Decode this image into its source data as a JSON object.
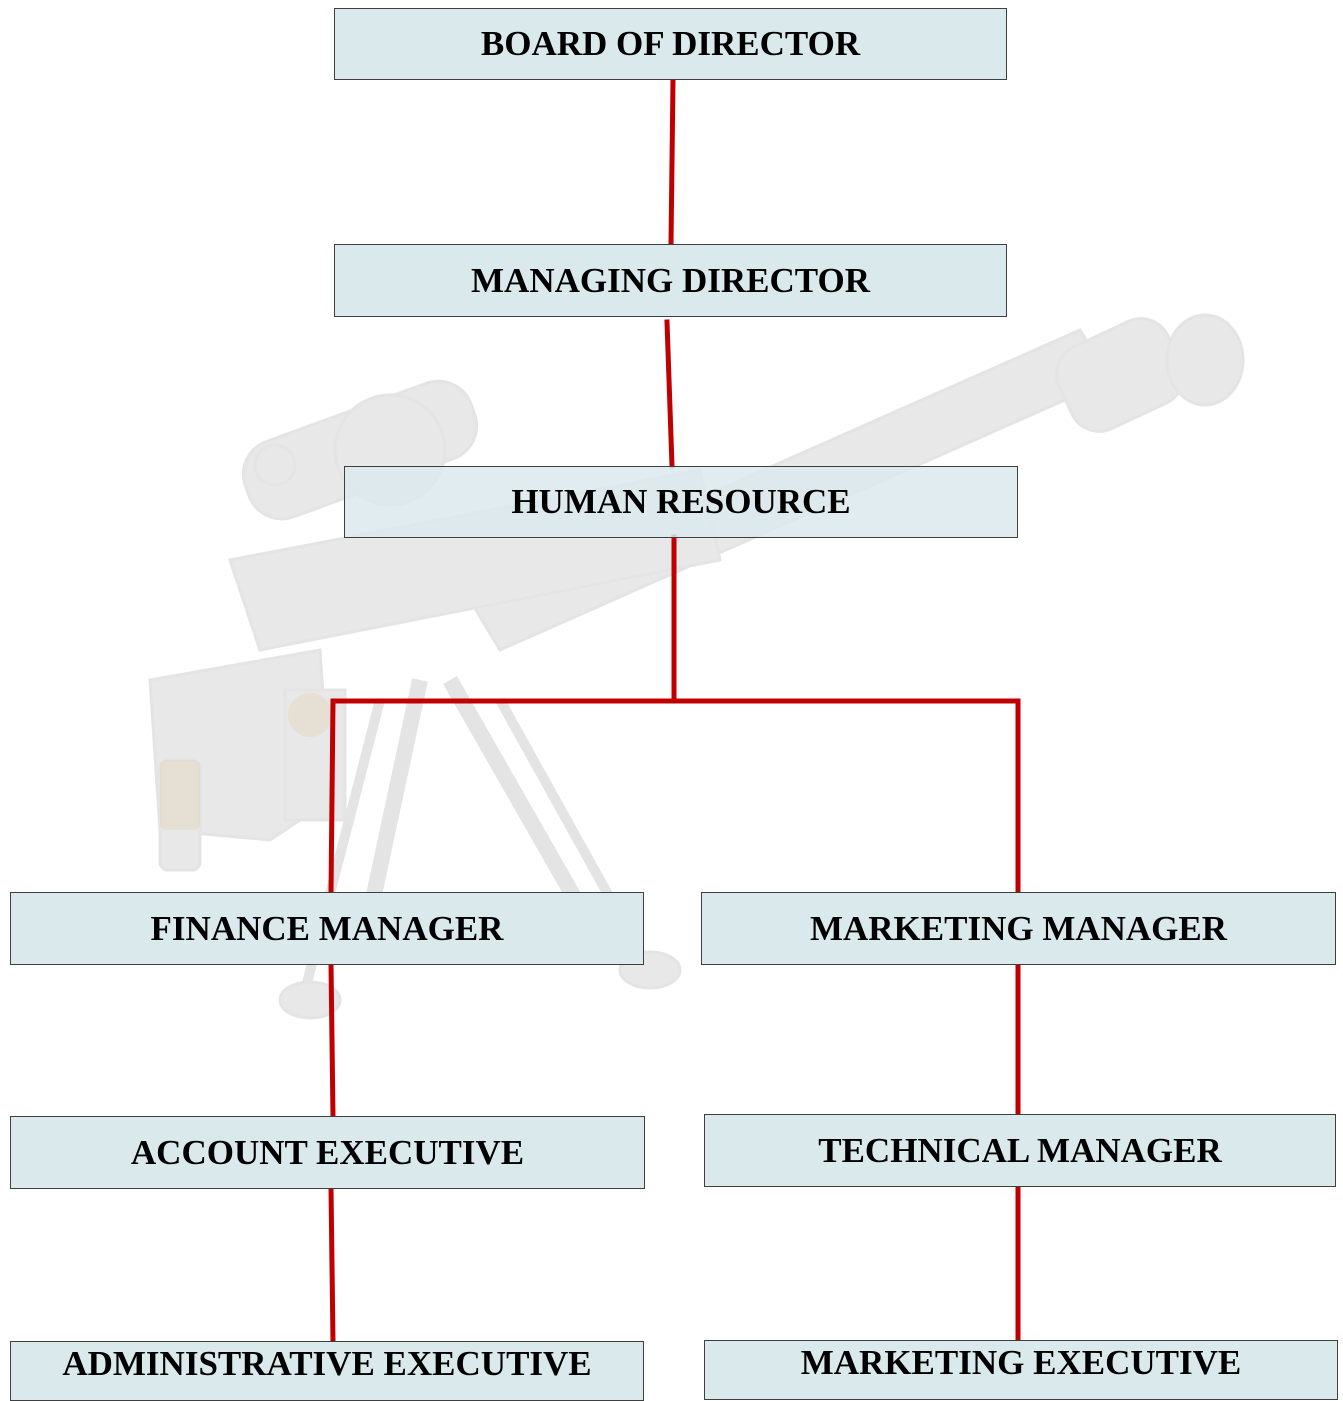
{
  "chart": {
    "nodes": [
      {
        "id": "board",
        "label": "BOARD OF DIRECTOR"
      },
      {
        "id": "md",
        "label": "MANAGING DIRECTOR"
      },
      {
        "id": "hr",
        "label": "HUMAN RESOURCE"
      },
      {
        "id": "fin",
        "label": "FINANCE MANAGER"
      },
      {
        "id": "mkt",
        "label": "MARKETING MANAGER"
      },
      {
        "id": "acc",
        "label": "ACCOUNT EXECUTIVE"
      },
      {
        "id": "tech",
        "label": "TECHNICAL MANAGER"
      },
      {
        "id": "adm",
        "label": "ADMINISTRATIVE EXECUTIVE"
      },
      {
        "id": "mex",
        "label": "MARKETING EXECUTIVE"
      }
    ],
    "edges": [
      [
        "board",
        "md"
      ],
      [
        "md",
        "hr"
      ],
      [
        "hr",
        "fin"
      ],
      [
        "hr",
        "mkt"
      ],
      [
        "fin",
        "acc"
      ],
      [
        "acc",
        "adm"
      ],
      [
        "mkt",
        "tech"
      ],
      [
        "tech",
        "mex"
      ]
    ]
  },
  "colors": {
    "box_fill": "#dae9ec",
    "box_border": "#3f3f3f",
    "connector": "#c00000"
  },
  "watermark": {
    "subject": "rifle-on-bipod-image"
  }
}
